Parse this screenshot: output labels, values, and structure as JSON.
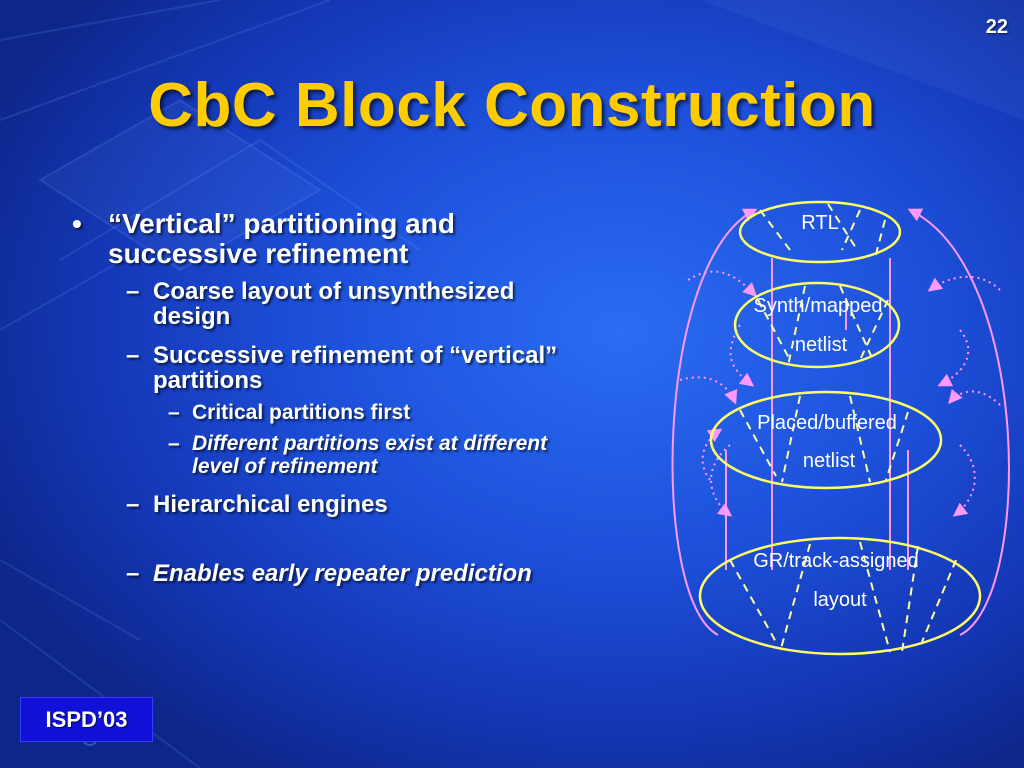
{
  "slide": {
    "number": "22",
    "title": "CbC Block Construction",
    "footer_badge": "ISPD’03"
  },
  "bullets": {
    "main": {
      "marker": "•",
      "line1": "“Vertical” partitioning and",
      "line2": "successive refinement"
    },
    "sub1": {
      "marker": "–",
      "line1": "Coarse layout of unsynthesized",
      "line2": "design"
    },
    "sub2": {
      "marker": "–",
      "line1": "Successive refinement of “vertical”",
      "line2": "partitions"
    },
    "subsub1": {
      "marker": "–",
      "text": "Critical partitions first"
    },
    "subsub2": {
      "marker": "–",
      "line1": "Different partitions exist at different",
      "line2": "level of refinement"
    },
    "sub3": {
      "marker": "–",
      "text": "Hierarchical engines"
    },
    "sub4": {
      "marker": "–",
      "text": "Enables early repeater prediction"
    }
  },
  "diagram": {
    "stages": [
      {
        "line1": "RTL",
        "line2": ""
      },
      {
        "line1": "Synth/mapped",
        "line2": "netlist"
      },
      {
        "line1": "Placed/buffered",
        "line2": "netlist"
      },
      {
        "line1": "GR/track-assigned",
        "line2": "layout"
      }
    ],
    "colors": {
      "ellipse": "#ffff66",
      "partition_dashes": "#ffff99",
      "partition_bars": "#ff99ff",
      "arrows": "#ff99ff",
      "dotted_arrows": "#ff99ff"
    }
  },
  "colors": {
    "title": "#ffcc00",
    "text": "#ffffff",
    "badge": "#1010d8"
  }
}
